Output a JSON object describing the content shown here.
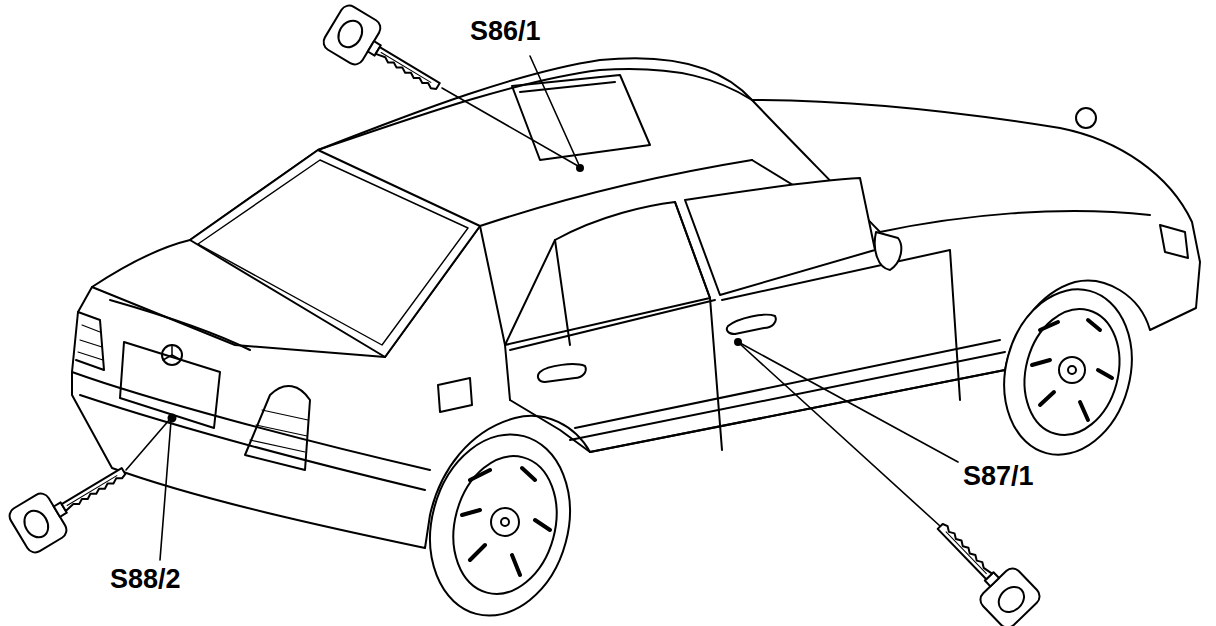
{
  "diagram": {
    "labels": [
      "S86/1",
      "S87/1",
      "S88/2"
    ]
  }
}
